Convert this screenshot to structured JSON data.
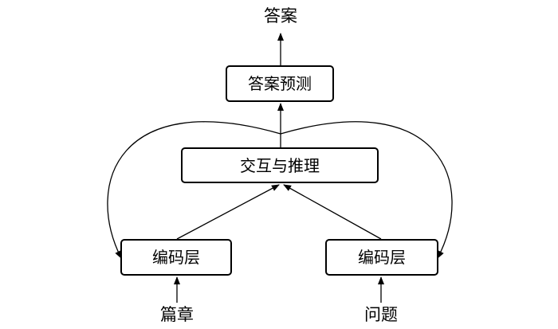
{
  "diagram": {
    "output_label": "答案",
    "nodes": {
      "answer_prediction": "答案预测",
      "interaction_reasoning": "交互与推理",
      "encoder_left": "编码层",
      "encoder_right": "编码层"
    },
    "inputs": {
      "passage": "篇章",
      "question": "问题"
    }
  }
}
